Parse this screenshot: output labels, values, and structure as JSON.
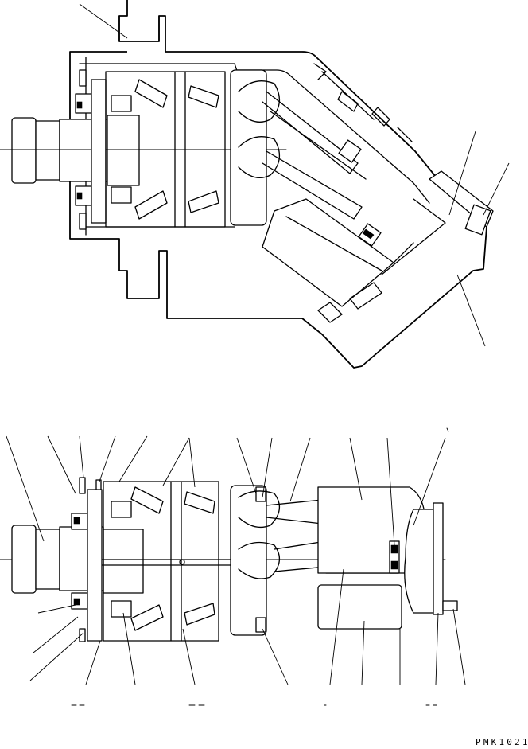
{
  "drawing": {
    "code": "PMK1021",
    "upper_view": "pump-assembly-external-view",
    "lower_view": "pump-assembly-exploded-section"
  }
}
